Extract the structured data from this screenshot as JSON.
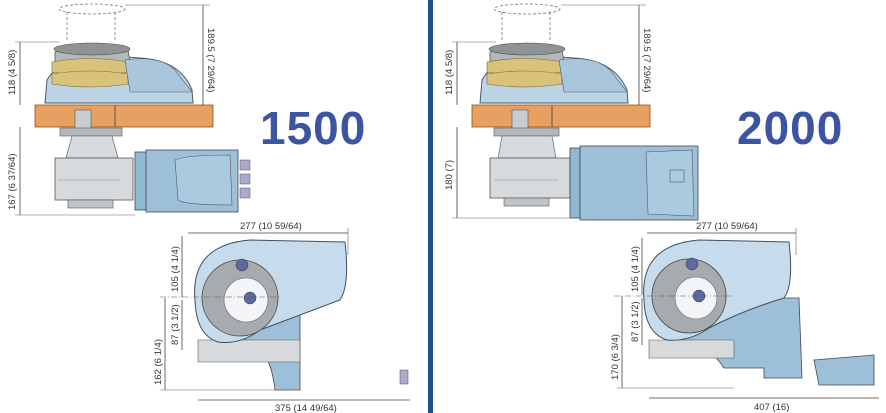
{
  "panels": [
    {
      "model": "1500",
      "dimensions": {
        "deck_height": "118 (4 5/8)",
        "total_height": "189.5 (7 29/64)",
        "below_deck": "167 (6 37/64)",
        "top_width": "277 (10 59/64)",
        "upper_radius": "105 (4 1/4)",
        "lower_radius": "87 (3 1/2)",
        "below_total": "162 (6 1/4)",
        "total_length": "375 (14 49/64)"
      }
    },
    {
      "model": "2000",
      "dimensions": {
        "deck_height": "118 (4 5/8)",
        "total_height": "189.5 (7 29/64)",
        "below_deck": "180 (7)",
        "top_width": "277 (10 59/64)",
        "upper_radius": "105 (4 1/4)",
        "lower_radius": "87 (3 1/2)",
        "below_total": "170 (6 3/4)",
        "total_length": "407 (16)"
      }
    }
  ],
  "colors": {
    "model_text": "#3b55a3",
    "divider": "#1f4e8c",
    "deck_wood": "#e8a060",
    "housing_blue": "#bcd4e6",
    "motor_blue": "#8fb8d2",
    "gypsy_gold": "#d9c27a",
    "metal_grey": "#c9cdd0"
  }
}
